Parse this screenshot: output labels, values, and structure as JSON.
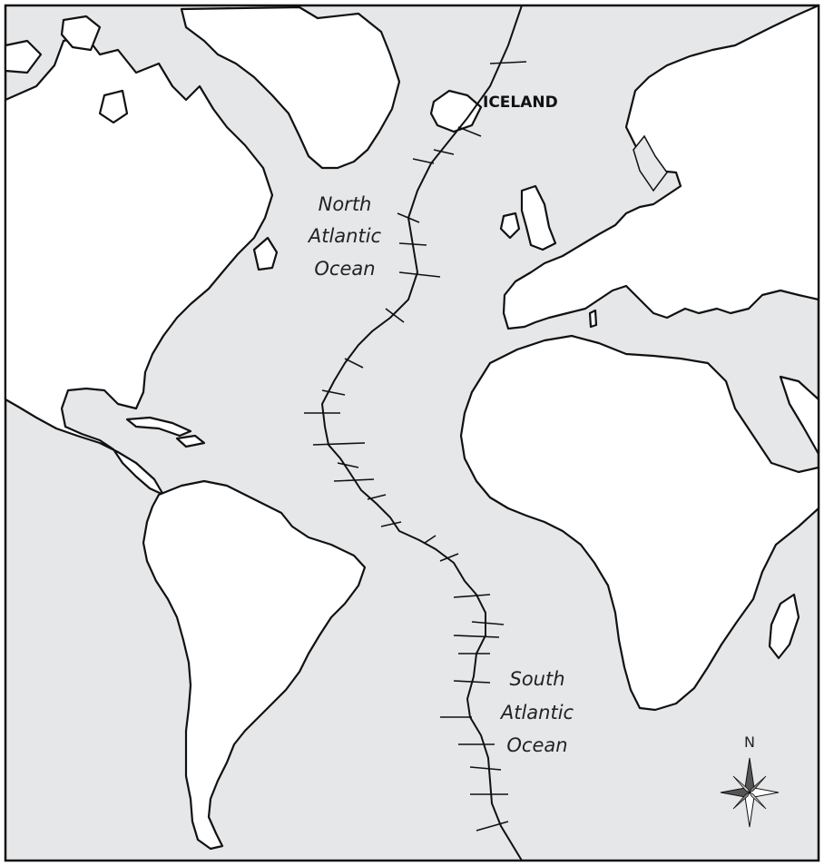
{
  "map": {
    "ocean_color": "#e6e7e9",
    "land_color": "#ffffff",
    "line_color": "#111111"
  },
  "labels": {
    "iceland": "ICELAND",
    "north_atlantic": [
      "North",
      "Atlantic",
      "Ocean"
    ],
    "south_atlantic": [
      "South",
      "Atlantic",
      "Ocean"
    ]
  },
  "compass": {
    "north_label": "N"
  },
  "icons": [
    "compass-rose-icon"
  ]
}
